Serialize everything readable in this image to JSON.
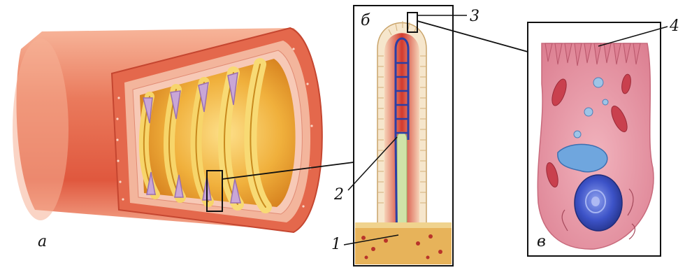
{
  "labels": {
    "panel_a": "а",
    "panel_b": "б",
    "panel_c": "в",
    "n1": "1",
    "n2": "2",
    "n3": "3",
    "n4": "4"
  },
  "colors": {
    "tube_outer": "#e86a4e",
    "tube_light": "#f5a88c",
    "tube_dark": "#c9442e",
    "lining_yellow": "#f3c24a",
    "lining_orange": "#e39a2a",
    "fold_lilac": "#c9a6d6",
    "villus_red": "#c9302a",
    "vessel_blue": "#2a3fa6",
    "lacteal_green": "#cfe3a8",
    "cell_pink": "#e79aa8",
    "nucleus_blue": "#3d53c8",
    "frame": "#111111"
  }
}
